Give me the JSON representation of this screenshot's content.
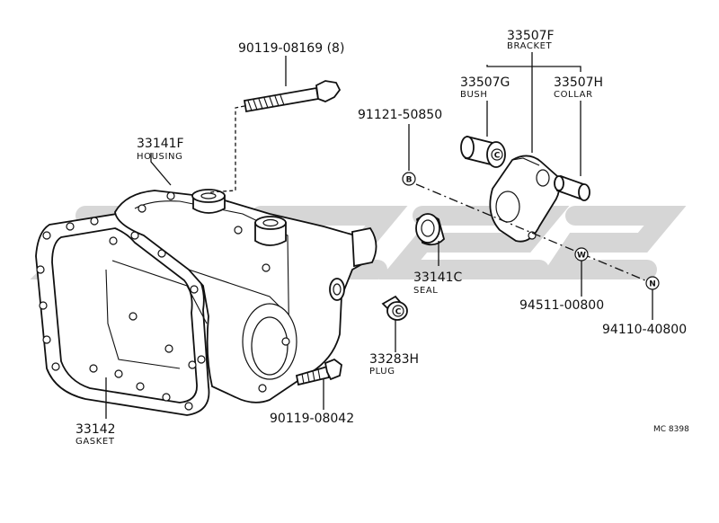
{
  "watermark": {
    "color": "#d0d0d0"
  },
  "labels": {
    "bolt_long": {
      "part_no": "90119-08169 (8)"
    },
    "housing": {
      "part_no": "33141F",
      "name": "HOUSING"
    },
    "washer_b": {
      "part_no": "91121-50850",
      "symbol": "B"
    },
    "bracket": {
      "part_no": "33507F",
      "name": "BRACKET"
    },
    "bush": {
      "part_no": "33507G",
      "name": "BUSH"
    },
    "collar": {
      "part_no": "33507H",
      "name": "COLLAR"
    },
    "seal": {
      "part_no": "33141C",
      "name": "SEAL"
    },
    "washer_w": {
      "part_no": "94511-00800",
      "symbol": "W"
    },
    "nut_n": {
      "part_no": "94110-40800",
      "symbol": "N"
    },
    "plug": {
      "part_no": "33283H",
      "name": "PLUG",
      "symbol": "C"
    },
    "bush_symbol": "C",
    "gasket": {
      "part_no": "33142",
      "name": "GASKET"
    },
    "bolt_short": {
      "part_no": "90119-08042"
    }
  },
  "footer": {
    "code": "MC 8398"
  }
}
